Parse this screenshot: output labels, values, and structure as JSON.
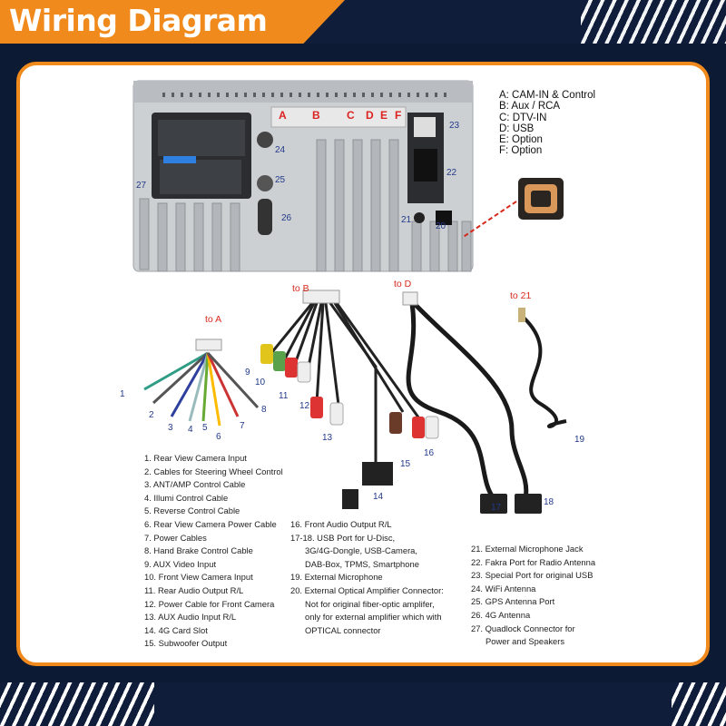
{
  "header": {
    "title": "Wiring Diagram"
  },
  "ports_legend": [
    "A: CAM-IN & Control",
    "B: Aux / RCA",
    "C: DTV-IN",
    "D: USB",
    "E: Option",
    "F: Option"
  ],
  "unit_letters": [
    "A",
    "B",
    "C",
    "D",
    "E",
    "F"
  ],
  "connector_tags": {
    "to_a": "to A",
    "to_b": "to B",
    "to_d": "to D",
    "to_21": "to 21"
  },
  "callouts": [
    "1",
    "2",
    "3",
    "4",
    "5",
    "6",
    "7",
    "8",
    "9",
    "10",
    "11",
    "12",
    "13",
    "14",
    "15",
    "16",
    "17",
    "18",
    "19",
    "20",
    "21",
    "22",
    "23",
    "24",
    "25",
    "26",
    "27"
  ],
  "list_left": [
    "1. Rear View Camera Input",
    "2. Cables for Steering Wheel Control",
    "3. ANT/AMP Control Cable",
    "4. Illumi Control Cable",
    "5. Reverse Control Cable",
    "6. Rear View Camera Power Cable",
    "7. Power Cables",
    "8. Hand Brake Control Cable",
    "9. AUX Video Input",
    "10. Front View Camera Input",
    "11. Rear Audio Output R/L",
    "12. Power Cable for Front Camera",
    "13. AUX Audio Input R/L",
    "14. 4G Card Slot",
    "15. Subwoofer Output"
  ],
  "list_middle": [
    "16. Front Audio Output R/L",
    "17-18. USB Port for U-Disc,",
    "3G/4G-Dongle, USB-Camera,",
    "DAB-Box, TPMS, Smartphone",
    "19. External Microphone",
    "20. External Optical Amplifier Connector:",
    "Not for original fiber-optic amplifer,",
    "only for external amplifier which with",
    "OPTICAL connector"
  ],
  "list_right": [
    "21. External Microphone Jack",
    "22. Fakra Port for Radio Antenna",
    "23. Special Port for original USB",
    "24. WiFi Antenna",
    "25.  GPS Antenna Port",
    "26. 4G Antenna",
    "27. Quadlock Connector for",
    "Power and Speakers"
  ],
  "colors": {
    "accent": "#f18a1c",
    "navy": "#0f1d3a",
    "callout": "#223a8a",
    "tag": "#d8281c"
  }
}
